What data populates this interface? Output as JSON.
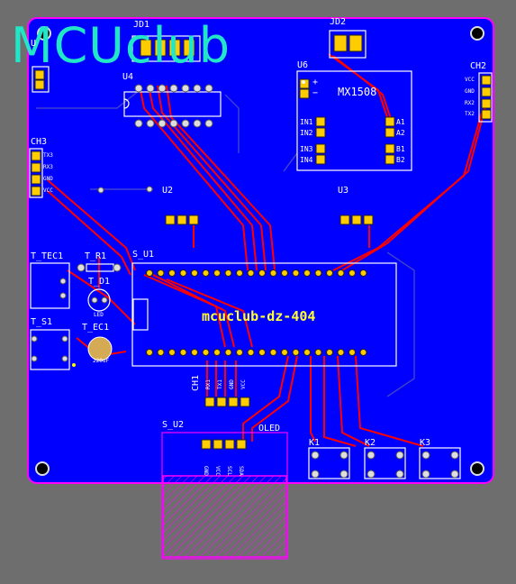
{
  "watermark": "MCUclub",
  "board_name": "mcuclub-dz-404",
  "colors": {
    "background": "#6e6e6e",
    "board": "#0000ff",
    "trace": "#ff0000",
    "outline": "#ff00ff",
    "silk": "#ffffff",
    "silk_yellow": "#ffff00",
    "watermark": "#21e6c8"
  },
  "designators": {
    "jd1": "JD1",
    "jd2": "JD2",
    "u4": "U4",
    "u6": "U6",
    "u6_part": "MX1508",
    "u2": "U2",
    "u3": "U3",
    "ch2": "CH2",
    "ch3": "CH3",
    "ch1": "CH1",
    "t_tec1": "T_TEC1",
    "t_r1": "T_R1",
    "t_d1": "T_D1",
    "t_s1": "T_S1",
    "t_ec1": "T_EC1",
    "s_u1": "S_U1",
    "s_u2": "S_U2",
    "oled": "OLED",
    "k1": "K1",
    "k2": "K2",
    "k3": "K3",
    "u_partial": "U"
  },
  "pins": {
    "ch2": [
      "VCC",
      "GND",
      "RX2",
      "TX2"
    ],
    "ch3": [
      "TX3",
      "RX3",
      "GND",
      "VCC"
    ],
    "ch1": [
      "RX1",
      "TX1",
      "GND",
      "VCC"
    ],
    "u6_in": [
      "IN1",
      "IN2",
      "IN3",
      "IN4"
    ],
    "u6_out": [
      "A1",
      "A2",
      "B1",
      "B2"
    ],
    "u6_plus": "+",
    "u6_minus": "−",
    "oled": [
      "GND",
      "VCC",
      "SCL",
      "SDA"
    ],
    "d1_mark": "LED",
    "ec1_value": "220uF"
  }
}
